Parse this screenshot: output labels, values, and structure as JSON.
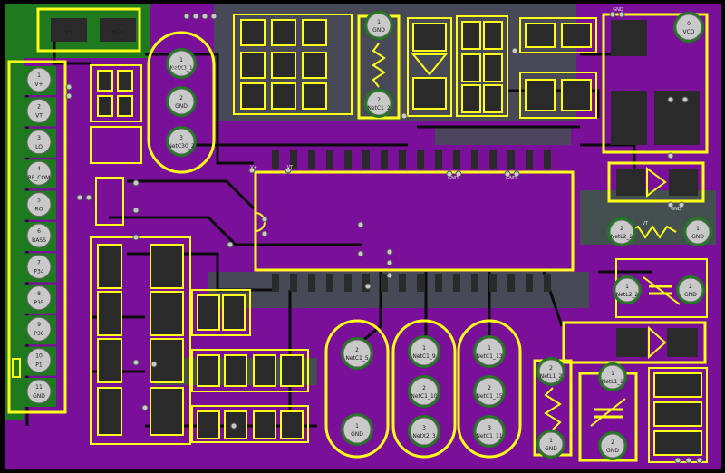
{
  "colors": {
    "background": "#000000",
    "copper_fill": "#7a0f9a",
    "trace": "#0b0b0b",
    "ground_pour": "#1f7a1f",
    "silkscreen": "#ffff1a",
    "pad": "#c9c9c9",
    "pad_dark": "#2a2a2a"
  },
  "header": {
    "pins": [
      {
        "num": "1",
        "name": "V+"
      },
      {
        "num": "2",
        "name": "VT"
      },
      {
        "num": "3",
        "name": "LO"
      },
      {
        "num": "4",
        "name": "RF_COM"
      },
      {
        "num": "5",
        "name": "RO"
      },
      {
        "num": "6",
        "name": "BASS"
      },
      {
        "num": "7",
        "name": "P34"
      },
      {
        "num": "8",
        "name": "P35"
      },
      {
        "num": "9",
        "name": "P36"
      },
      {
        "num": "10",
        "name": "P1"
      },
      {
        "num": "11",
        "name": "GND"
      }
    ]
  },
  "pads": {
    "netx3_1": {
      "num": "1",
      "name": "NetX3_1"
    },
    "netx3_gnd": {
      "num": "2",
      "name": "GND"
    },
    "netc30_2": {
      "num": "3",
      "name": "NetC30_2"
    },
    "r_top_gnd": {
      "num": "1",
      "name": "GND"
    },
    "netc1_2": {
      "num": "2",
      "name": "NetC1_2"
    },
    "vco": {
      "num": "0",
      "name": "VCO"
    },
    "netl2_2": {
      "num": "2",
      "name": "NetL2_2"
    },
    "l2_gnd": {
      "num": "1",
      "name": "GND"
    },
    "netl2_2b": {
      "num": "1",
      "name": "NetL2_2"
    },
    "lc_gnd": {
      "num": "2",
      "name": "GND"
    },
    "netc1_5": {
      "num": "2",
      "name": "NetC1_5"
    },
    "x2_gnd": {
      "num": "1",
      "name": "GND"
    },
    "netc1_9": {
      "num": "1",
      "name": "NetC1_9"
    },
    "netc1_10": {
      "num": "2",
      "name": "NetC1_10"
    },
    "netx2_3": {
      "num": "3",
      "name": "NetX2_3"
    },
    "netc1_13": {
      "num": "1",
      "name": "NetC1_13"
    },
    "netc1_15": {
      "num": "2",
      "name": "NetC1_15"
    },
    "netc1_11": {
      "num": "3",
      "name": "NetC1_11"
    },
    "netl1_2a": {
      "num": "2",
      "name": "NetL1_2"
    },
    "l1_gnd": {
      "num": "1",
      "name": "GND"
    },
    "netl1_2b": {
      "num": "1",
      "name": "NetL1_2"
    },
    "l1_gnd2": {
      "num": "2",
      "name": "GND"
    }
  },
  "small_labels": {
    "vplus_top": "V+",
    "vco_top": "VCO",
    "net_x3": "NetX3_1",
    "vplus_mid": "V+",
    "vt_mid": "VT",
    "vt_right": "VT",
    "gnd": "GND"
  }
}
